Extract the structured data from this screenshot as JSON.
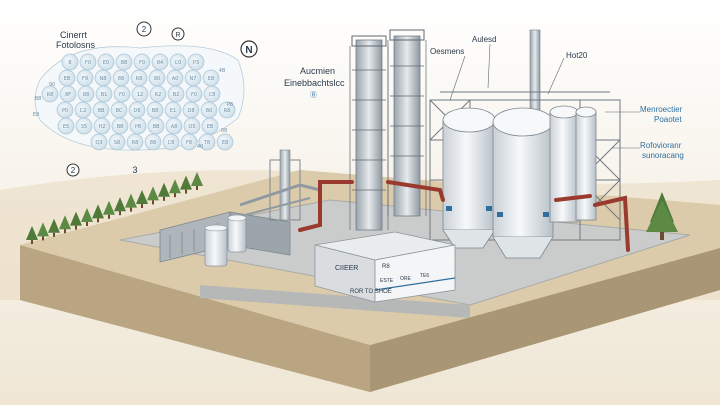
{
  "inset": {
    "title_line1": "Cinerrt",
    "title_line2": "Fotolosns",
    "markers": [
      "2",
      "R",
      "N",
      "2",
      "3"
    ],
    "cells": [
      "8",
      "F0",
      "E0",
      "B8",
      "F0",
      "84",
      "C0",
      "P3",
      "EB",
      "F9",
      "N8",
      "88",
      "R8",
      "80",
      "A0",
      "N7",
      "E8",
      "R8",
      "8F",
      "88",
      "B1",
      "F0",
      "12",
      "R2",
      "B2",
      "F0",
      "C8",
      "P0",
      "C2",
      "BB",
      "BC",
      "D6",
      "B8",
      "E1",
      "D8",
      "B0",
      "R8",
      "E5",
      "S5",
      "H2",
      "B8",
      "P8",
      "BB",
      "A8",
      "O5",
      "EB",
      "Q3",
      "S8",
      "R8",
      "88",
      "C8",
      "F8",
      "T8",
      "E8",
      "B3"
    ],
    "edge_marks": [
      "B8",
      "E8",
      "90",
      "4B",
      "P8",
      "08",
      "40"
    ]
  },
  "labels": {
    "mid_title_line1": "Aucmien",
    "mid_title_line2": "Einebbachtslcc",
    "mid_badge": "Ⓡ",
    "oesmens": "Oesmens",
    "aulesd": "Aulesd",
    "hot": "Hot20",
    "right1_line1": "Menroectier",
    "right1_line2": "Poaotet",
    "right2_line1": "Rofovioranr",
    "right2_line2": "sunoracang"
  },
  "building": {
    "sign_left": "CIIEER",
    "sign_right": "R8",
    "plate1": "ESTE",
    "plate2": "ORE",
    "plate3": "TE6",
    "lower_text": "ROR TO SHOE"
  },
  "colors": {
    "ground": "#d8c6a3",
    "pad": "#c5c8c7",
    "steel": "#8f9aa3",
    "tank": "#eef1f3",
    "pipe_red": "#9a3a2e",
    "accent_blue": "#2e6fa0",
    "tree": "#4f7a3a"
  }
}
